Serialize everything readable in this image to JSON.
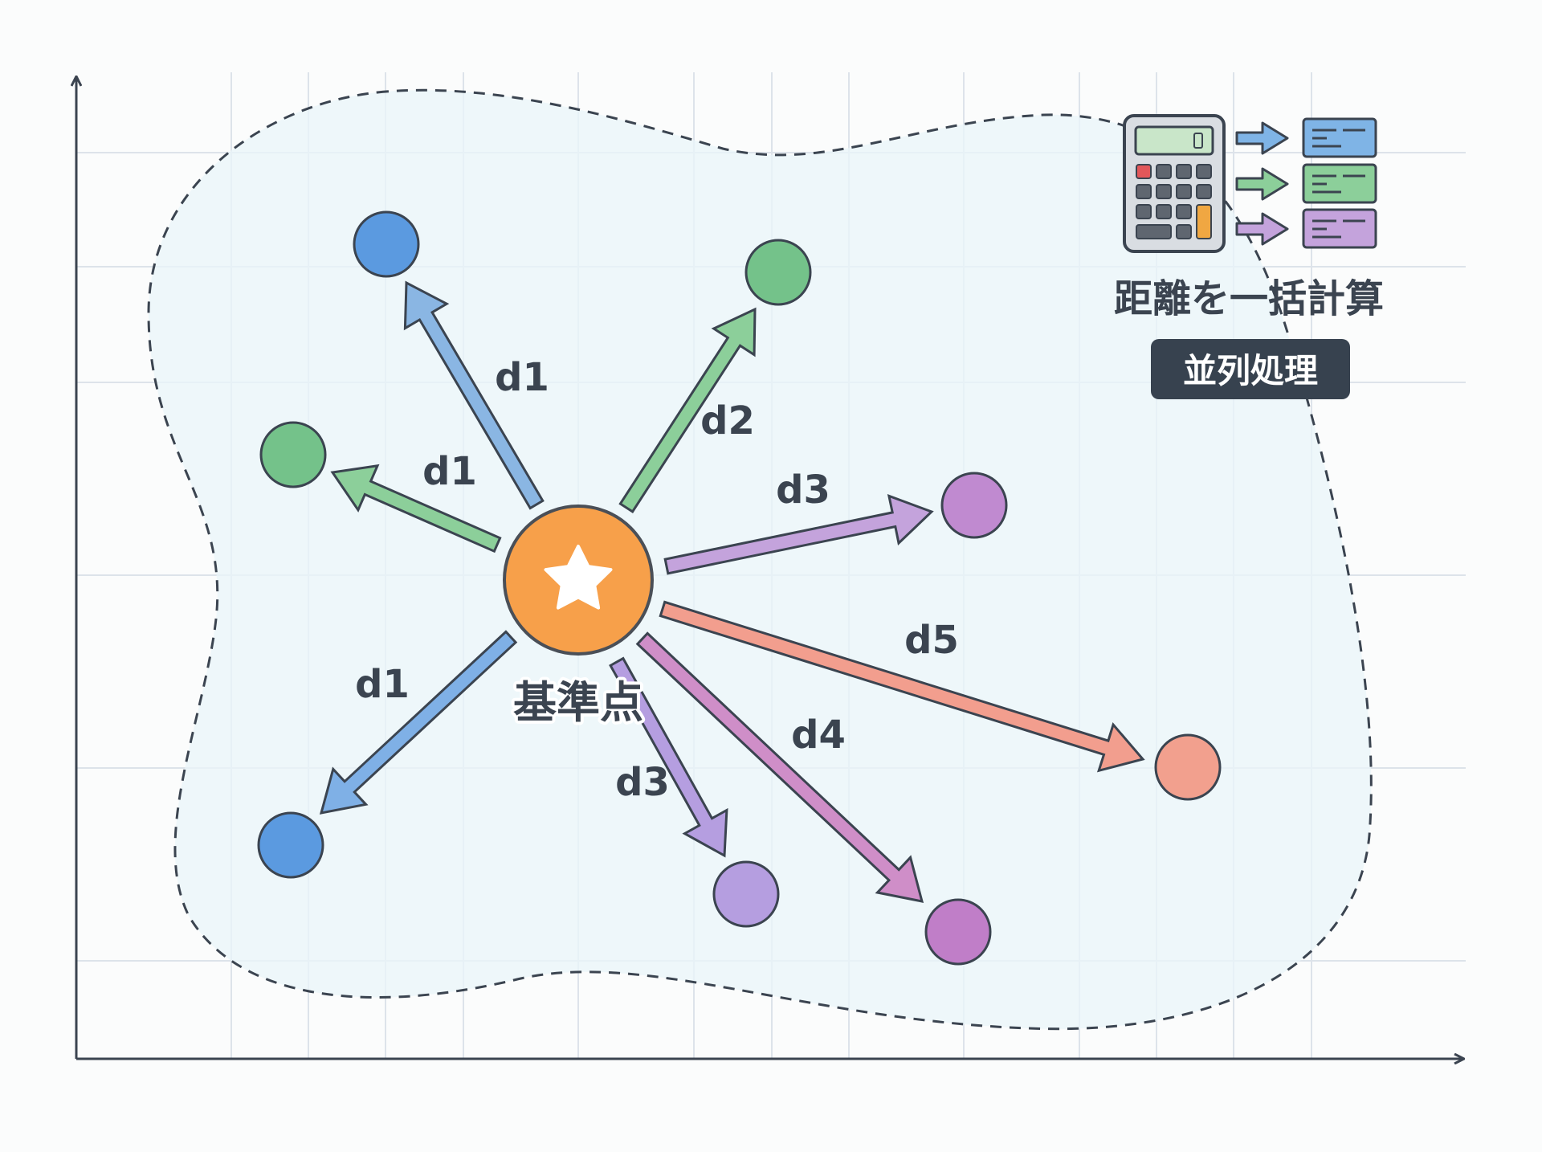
{
  "diagram": {
    "center": {
      "label": "基準点",
      "icon": "star-icon",
      "color": "#f7a04a"
    },
    "targets": [
      {
        "id": "t1",
        "color": "#5b9ae0"
      },
      {
        "id": "t2",
        "color": "#74c28a"
      },
      {
        "id": "t3",
        "color": "#74c28a"
      },
      {
        "id": "t4",
        "color": "#c08ad0"
      },
      {
        "id": "t5",
        "color": "#5b9ae0"
      },
      {
        "id": "t6",
        "color": "#b59ee0"
      },
      {
        "id": "t7",
        "color": "#c07ec8"
      },
      {
        "id": "t8",
        "color": "#f2a08e"
      }
    ],
    "arrows": [
      {
        "label": "d1",
        "target": "t1",
        "color": "#8ab6e3"
      },
      {
        "label": "d1",
        "target": "t2",
        "color": "#8ccf9a"
      },
      {
        "label": "d2",
        "target": "t3",
        "color": "#8ccf9a"
      },
      {
        "label": "d3",
        "target": "t4",
        "color": "#c4a3dc"
      },
      {
        "label": "d1",
        "target": "t5",
        "color": "#7fb0e6"
      },
      {
        "label": "d3",
        "target": "t6",
        "color": "#b59ee0"
      },
      {
        "label": "d4",
        "target": "t7",
        "color": "#cf8ec8"
      },
      {
        "label": "d5",
        "target": "t8",
        "color": "#f29e8e"
      }
    ]
  },
  "panel": {
    "title": "距離を一括計算",
    "badge": "並列処理",
    "icon": "calculator-icon",
    "output_colors": [
      "#7fb4e6",
      "#8ccf9a",
      "#c4a3dc"
    ]
  },
  "colors": {
    "axis": "#3b4450",
    "grid": "#dde3ea",
    "region_fill": "#eaf5f9",
    "badge_bg": "#37424f"
  }
}
